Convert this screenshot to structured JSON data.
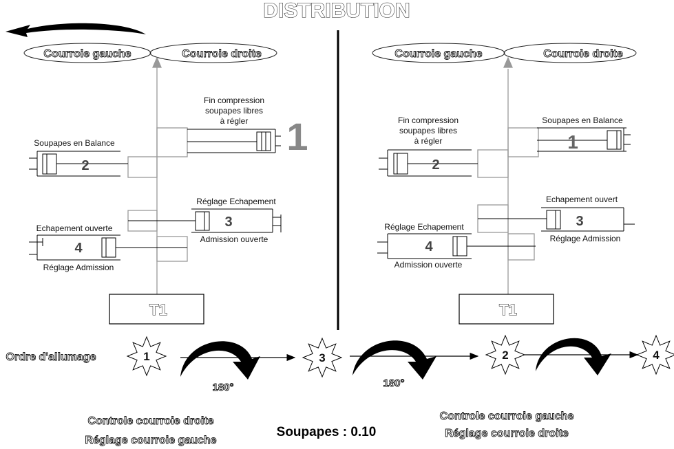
{
  "title": "DISTRIBUTION",
  "panels": [
    {
      "belt_left": "Courroie gauche",
      "belt_right": "Courroie droite",
      "label_cyl1": [
        "Fin compression",
        "soupapes libres",
        "à régler"
      ],
      "cyl1_number": "1",
      "label_cyl2": "Soupapes en Balance",
      "cyl2_number": "2",
      "label_cyl3_top": "Réglage Echapement",
      "cyl3_number": "3",
      "label_cyl3_bottom": "Admission ouverte",
      "label_cyl4_top": "Echapement ouverte",
      "cyl4_number": "4",
      "label_cyl4_bottom": "Réglage Admission",
      "crank_label": "T1"
    },
    {
      "belt_left": "Courroie gauche",
      "belt_right": "Courroie droite",
      "label_cyl2": [
        "Fin compression",
        "soupapes libres",
        "à régler"
      ],
      "cyl2_number": "2",
      "label_cyl1": "Soupapes en Balance",
      "cyl1_number": "1",
      "label_cyl3_top": "Echapement ouvert",
      "cyl3_number": "3",
      "label_cyl3_bottom": "Réglage Admission",
      "label_cyl4_top": "Réglage Echapement",
      "cyl4_number": "4",
      "label_cyl4_bottom": "Admission ouverte",
      "crank_label": "T1"
    }
  ],
  "firing_order": {
    "label": "Ordre d'allumage",
    "sequence": [
      "1",
      "3",
      "2",
      "4"
    ],
    "rotation_1": "180°",
    "rotation_2": "180°"
  },
  "notes_left": [
    "Controle courroie droite",
    "Réglage courroie gauche"
  ],
  "valves": "Soupapes : 0.10",
  "notes_right": [
    "Controle courroie gauche",
    "Réglage courroie droite"
  ]
}
